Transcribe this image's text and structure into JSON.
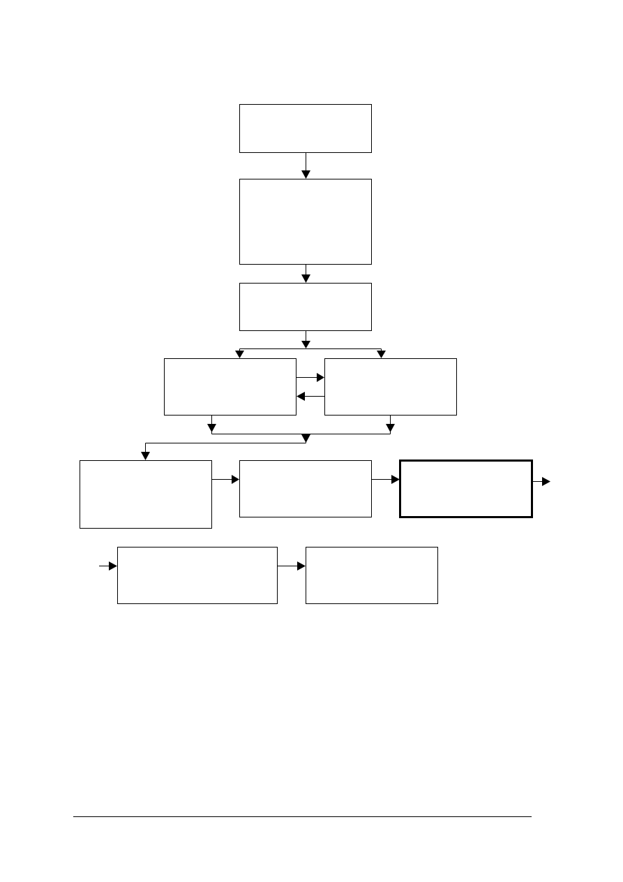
{
  "diagram": {
    "type": "flowchart",
    "nodes": [
      {
        "id": "n1",
        "label": ""
      },
      {
        "id": "n2",
        "label": ""
      },
      {
        "id": "n3",
        "label": ""
      },
      {
        "id": "n4",
        "label": ""
      },
      {
        "id": "n5",
        "label": ""
      },
      {
        "id": "n6",
        "label": ""
      },
      {
        "id": "n7",
        "label": ""
      },
      {
        "id": "n8",
        "label": "",
        "emphasis": true
      },
      {
        "id": "n9",
        "label": ""
      },
      {
        "id": "n10",
        "label": ""
      }
    ],
    "edges": [
      {
        "from": "n1",
        "to": "n2"
      },
      {
        "from": "n2",
        "to": "n3"
      },
      {
        "from": "n3",
        "to": "n4"
      },
      {
        "from": "n3",
        "to": "n5"
      },
      {
        "from": "n4",
        "to": "n5"
      },
      {
        "from": "n5",
        "to": "n4"
      },
      {
        "from": "n4",
        "to": "n6"
      },
      {
        "from": "n5",
        "to": "n6"
      },
      {
        "from": "n6",
        "to": "n7"
      },
      {
        "from": "n7",
        "to": "n8"
      },
      {
        "from": "n8",
        "to": "continuation"
      },
      {
        "from": "continuation",
        "to": "n9"
      },
      {
        "from": "n9",
        "to": "n10"
      }
    ],
    "colors": {
      "stroke": "#000000",
      "fill": "#ffffff"
    }
  }
}
